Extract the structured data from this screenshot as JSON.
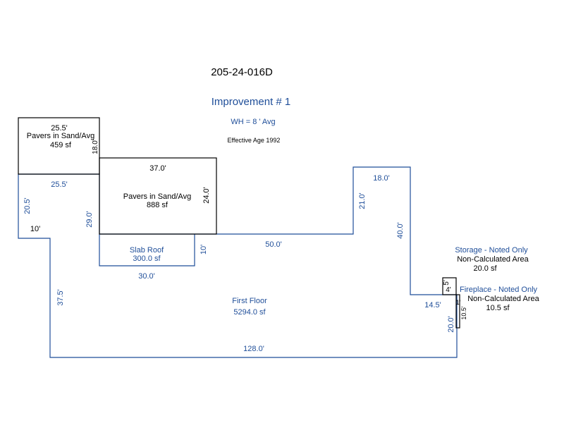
{
  "header": {
    "parcel_id": "205-24-016D",
    "improvement": "Improvement # 1",
    "wall_height": "WH = 8 ' Avg",
    "effective_age": "Effective Age 1992"
  },
  "areas": {
    "pavers_upper": {
      "label": "Pavers in Sand/Avg",
      "area": "459 sf",
      "dim_top": "25.5'",
      "dim_side": "18.0'"
    },
    "pavers_main": {
      "label": "Pavers in Sand/Avg",
      "area": "888 sf",
      "dim_top": "37.0'",
      "dim_right": "24.0'"
    },
    "slab_roof": {
      "label": "Slab Roof",
      "area": "300.0 sf",
      "dim_bottom": "30.0'",
      "dim_right": "10'"
    },
    "first_floor": {
      "label": "First Floor",
      "area": "5294.0 sf"
    },
    "storage": {
      "label": "Storage - Noted Only",
      "note": "Non-Calculated Area",
      "area": "20.0 sf",
      "dim_a": "5'",
      "dim_b": "4'"
    },
    "fireplace": {
      "label": "Fireplace - Noted Only",
      "note": "Non-Calculated Area",
      "area": "10.5 sf",
      "dim_a": "1'",
      "dim_b": "10.5'"
    }
  },
  "dimensions": {
    "d_25_5": "25.5'",
    "d_20_5": "20.5'",
    "d_10": "10'",
    "d_29_0": "29.0'",
    "d_37_5": "37.5'",
    "d_50_0": "50.0'",
    "d_21_0": "21.0'",
    "d_18_0": "18.0'",
    "d_40_0": "40.0'",
    "d_14_5": "14.5'",
    "d_20_0": "20.0'",
    "d_128_0": "128.0'"
  },
  "colors": {
    "line": "#1f4e99",
    "ink": "#000000",
    "background": "#ffffff"
  }
}
